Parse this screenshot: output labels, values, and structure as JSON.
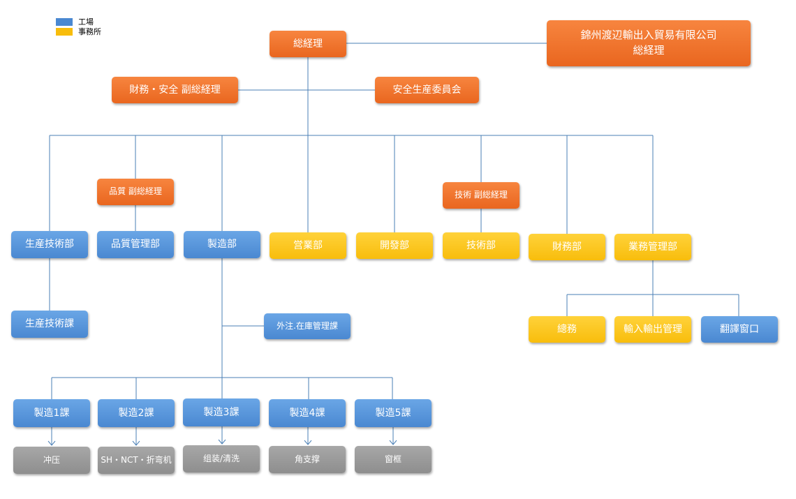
{
  "legend": {
    "factory_label": "工場",
    "office_label": "事務所",
    "factory_color": "#4a88d1",
    "office_color": "#f8bd0c"
  },
  "colors": {
    "management": "#e9661f",
    "factory": "#4a88d1",
    "office": "#f8bd0c",
    "process": "#8e8e8e",
    "line": "#4a7fb5"
  },
  "nodes": {
    "gm": "総経理",
    "trade_gm_line1": "錦州渡辺輸出入貿易有限公司",
    "trade_gm_line2": "総経理",
    "finance_safety_vgm": "財務・安全 副総経理",
    "safety_committee": "安全生産委員会",
    "quality_vgm": "品質 副総経理",
    "tech_vgm": "技術 副総経理",
    "prod_tech_dept": "生産技術部",
    "quality_dept": "品質管理部",
    "mfg_dept": "製造部",
    "sales_dept": "営業部",
    "dev_dept": "開發部",
    "tech_dept": "技術部",
    "finance_dept": "財務部",
    "biz_mgmt_dept": "業務管理部",
    "prod_tech_section": "生産技術課",
    "outsource_section": "外注.在庫管理課",
    "general_affairs": "總務",
    "import_export": "輸入輸出管理",
    "translation": "翻譯窗口",
    "mfg1": "製造1課",
    "mfg2": "製造2課",
    "mfg3": "製造3課",
    "mfg4": "製造4課",
    "mfg5": "製造5課",
    "proc1": "冲压",
    "proc2": "SH・NCT・折弯机",
    "proc3": "组装/清洗",
    "proc4": "角支撑",
    "proc5": "窗框"
  }
}
